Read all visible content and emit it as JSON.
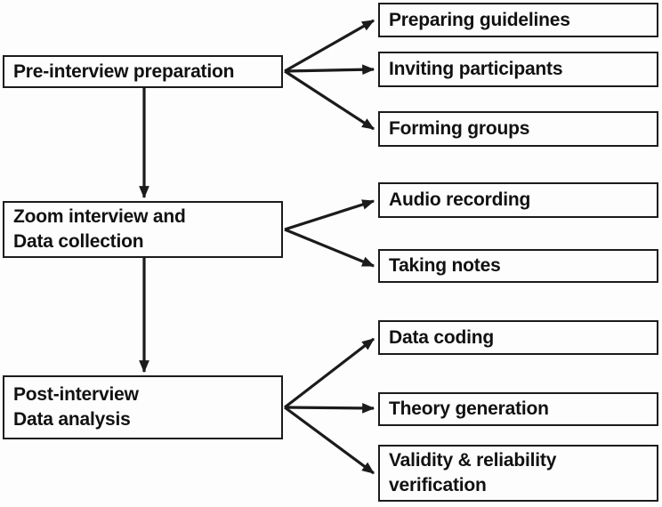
{
  "figure": {
    "type": "flowchart",
    "stages": [
      {
        "id": "pre-interview-preparation",
        "label": "Pre-interview preparation",
        "substeps": [
          "Preparing guidelines",
          "Inviting participants",
          "Forming groups"
        ]
      },
      {
        "id": "zoom-interview-data-collection",
        "label": "Zoom interview and\nData collection",
        "substeps": [
          "Audio recording",
          "Taking notes"
        ]
      },
      {
        "id": "post-interview-data-analysis",
        "label": "Post-interview\nData analysis",
        "substeps": [
          "Data coding",
          "Theory generation",
          "Validity & reliability\nverification"
        ]
      }
    ],
    "sequence_arrows": [
      [
        "pre-interview-preparation",
        "zoom-interview-data-collection"
      ],
      [
        "zoom-interview-data-collection",
        "post-interview-data-analysis"
      ]
    ]
  },
  "colors": {
    "ink": "#1b1b1b",
    "box_background": "#fdfdfd",
    "page_background": "#fdfdfd",
    "text": "#111111"
  }
}
